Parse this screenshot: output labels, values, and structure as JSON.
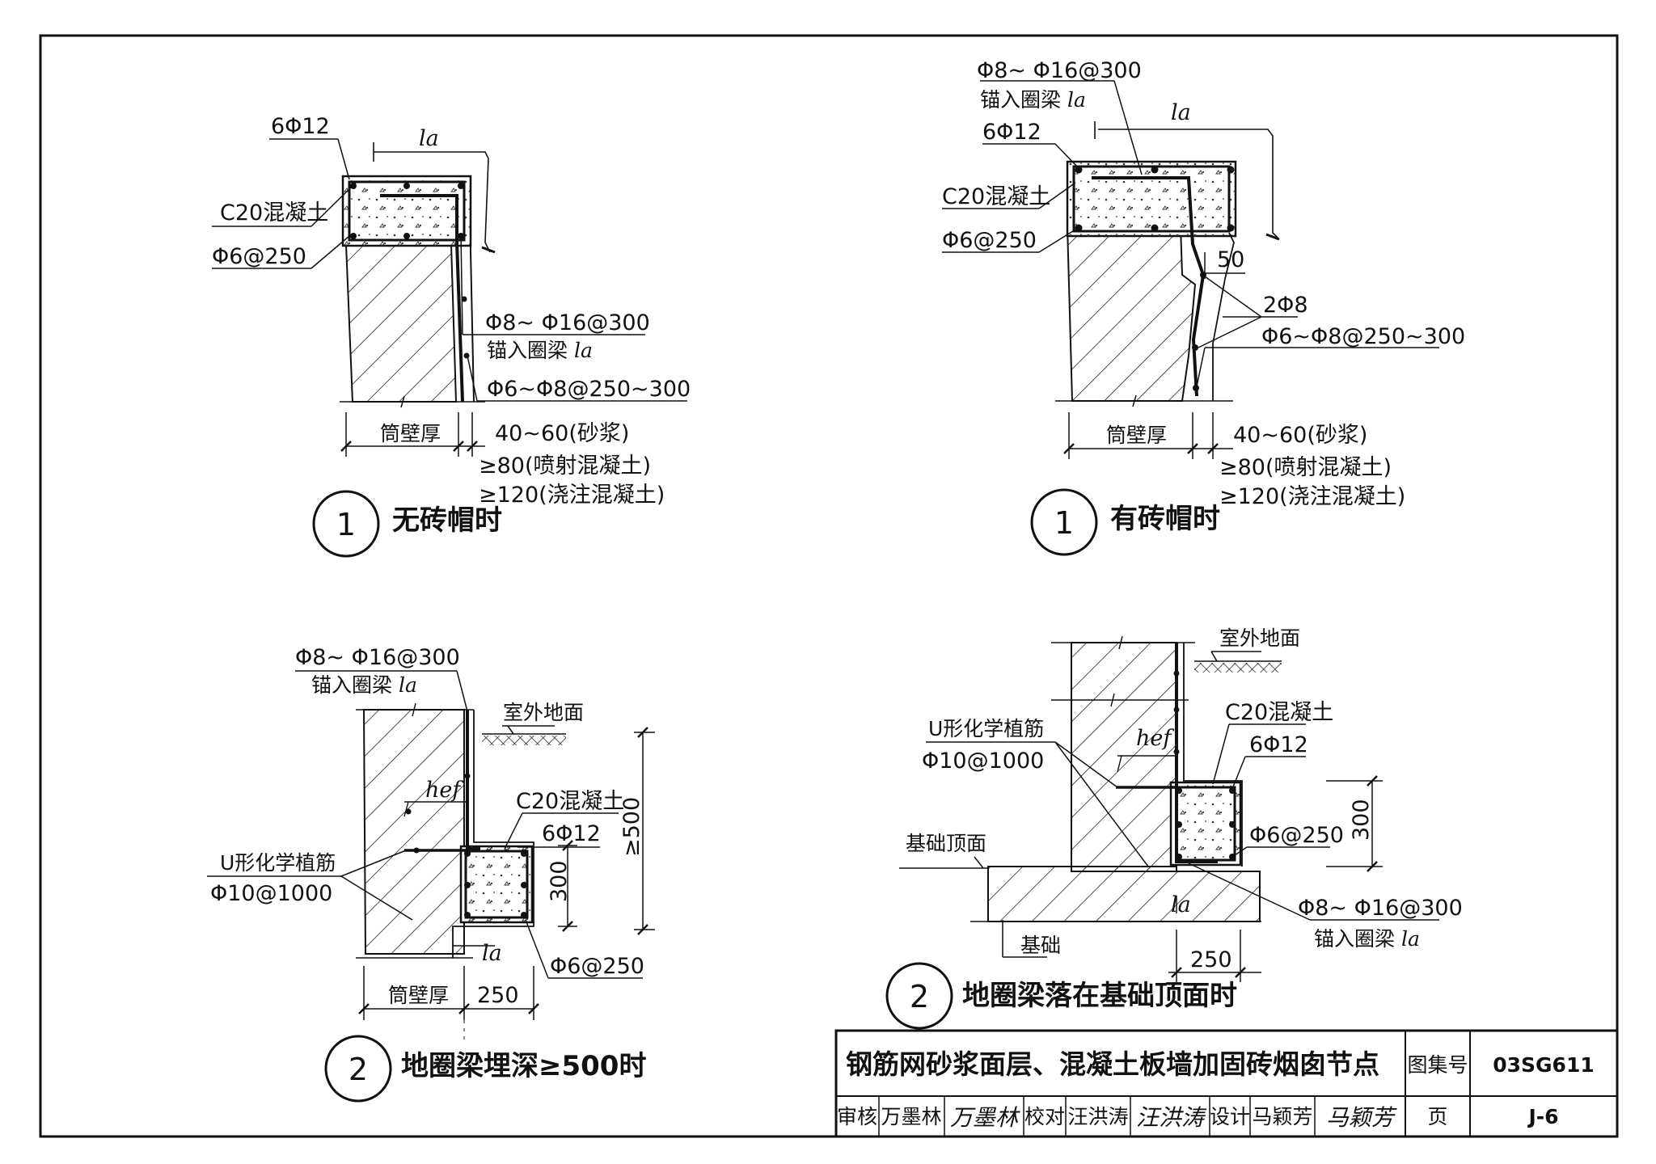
{
  "details": {
    "d1a": {
      "number": "1",
      "title": "无砖帽时",
      "main_bar": "6Φ12",
      "concrete": "C20混凝土",
      "stirrup": "Φ6@250",
      "anchor_bar": "Φ8~ Φ16@300",
      "anchor_note": "锚入圈梁",
      "anchor_len": "la",
      "mesh": "Φ6~Φ8@250~300",
      "wall_thick": "筒壁厚",
      "layer1": "40~60(砂浆)",
      "layer2": "≥80(喷射混凝土)",
      "layer3": "≥120(浇注混凝土)"
    },
    "d1b": {
      "number": "1",
      "title": "有砖帽时",
      "anchor_bar": "Φ8~ Φ16@300",
      "anchor_note": "锚入圈梁",
      "anchor_len": "la",
      "main_bar": "6Φ12",
      "concrete": "C20混凝土",
      "stirrup": "Φ6@250",
      "dim50": "50",
      "tie_bar": "2Φ8",
      "mesh": "Φ6~Φ8@250~300",
      "wall_thick": "筒壁厚",
      "layer1": "40~60(砂浆)",
      "layer2": "≥80(喷射混凝土)",
      "layer3": "≥120(浇注混凝土)"
    },
    "d2a": {
      "number": "2",
      "title": "地圈梁埋深≥500时",
      "anchor_bar": "Φ8~ Φ16@300",
      "anchor_note": "锚入圈梁",
      "anchor_len": "la",
      "ground": "室外地面",
      "concrete": "C20混凝土",
      "main_bar": "6Φ12",
      "hef": "hef",
      "u_bar": "U形化学植筋",
      "u_bar_spec": "Φ10@1000",
      "dim300": "300",
      "dim500": "≥500",
      "stirrup": "Φ6@250",
      "wall_thick": "筒壁厚",
      "dim250": "250"
    },
    "d2b": {
      "number": "2",
      "title": "地圈梁落在基础顶面时",
      "ground": "室外地面",
      "concrete": "C20混凝土",
      "main_bar": "6Φ12",
      "u_bar": "U形化学植筋",
      "u_bar_spec": "Φ10@1000",
      "hef": "hef",
      "dim300": "300",
      "found_top": "基础顶面",
      "stirrup": "Φ6@250",
      "anchor_bar": "Φ8~ Φ16@300",
      "anchor_note": "锚入圈梁",
      "anchor_len": "la",
      "foundation": "基础",
      "dim250": "250"
    }
  },
  "title_block": {
    "title": "钢筋网砂浆面层、混凝土板墙加固砖烟囱节点",
    "atlas_label": "图集号",
    "atlas_no": "03SG611",
    "review_label": "审核",
    "reviewer": "万墨林",
    "reviewer_sig": "万墨林",
    "check_label": "校对",
    "checker": "汪洪涛",
    "checker_sig": "汪洪涛",
    "design_label": "设计",
    "designer": "马颖芳",
    "designer_sig": "马颖芳",
    "page_label": "页",
    "page_no": "J-6"
  }
}
